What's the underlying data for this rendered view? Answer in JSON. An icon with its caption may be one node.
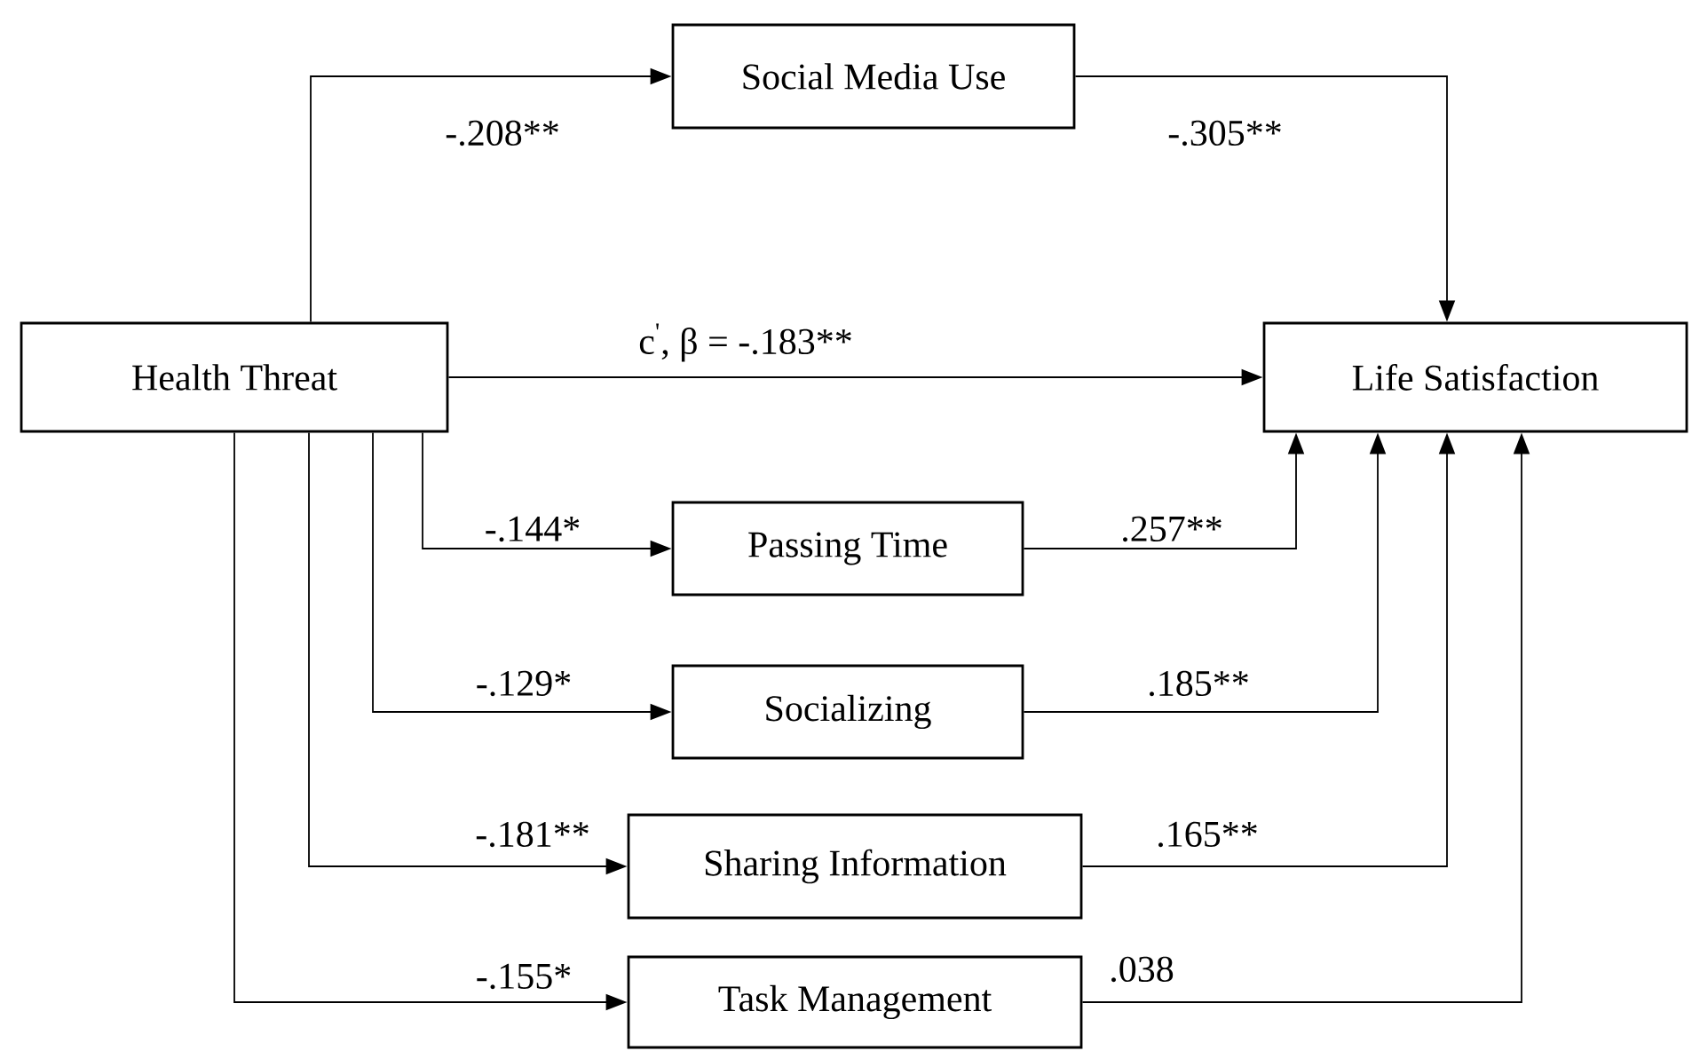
{
  "diagram": {
    "nodes": [
      {
        "text": [
          "Health Threat"
        ]
      },
      {
        "text": [
          "Social Media Use"
        ]
      },
      {
        "text": [
          "Life Satisfaction"
        ]
      },
      {
        "text": [
          "Passing Time"
        ]
      },
      {
        "text": [
          "Socializing"
        ]
      },
      {
        "text": [
          "Sharing Information"
        ]
      },
      {
        "text": [
          "Task Management"
        ]
      }
    ],
    "edges": [
      {
        "from": 0,
        "to": 1,
        "arrow": "to",
        "label": "-.208**"
      },
      {
        "from": 1,
        "to": 2,
        "arrow": "to",
        "label": "-.305**"
      },
      {
        "from": 0,
        "to": 2,
        "arrow": "to",
        "label": "c$^{'}$, β = -.183**"
      },
      {
        "from": 0,
        "to": 3,
        "arrow": "to",
        "label": "-.144*"
      },
      {
        "from": 3,
        "to": 2,
        "arrow": "to",
        "label": ".257**"
      },
      {
        "from": 0,
        "to": 4,
        "arrow": "to",
        "label": "-.129*"
      },
      {
        "from": 4,
        "to": 2,
        "arrow": "to",
        "label": ".185**"
      },
      {
        "from": 0,
        "to": 5,
        "arrow": "to",
        "label": "-.181**"
      },
      {
        "from": 5,
        "to": 2,
        "arrow": "to",
        "label": ".165**"
      },
      {
        "from": 0,
        "to": 6,
        "arrow": "to",
        "label": "-.155*"
      },
      {
        "from": 6,
        "to": 2,
        "arrow": "to",
        "label": ".038"
      }
    ]
  }
}
